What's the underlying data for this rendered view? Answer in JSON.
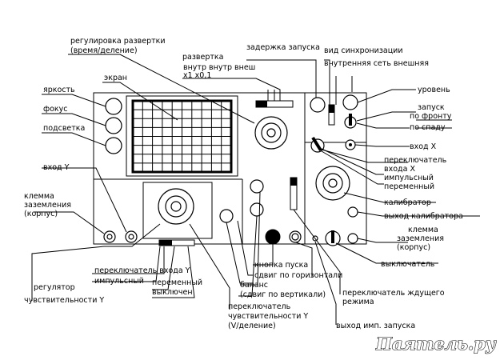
{
  "labels": {
    "sweep_adjust_1": "регулировка развертки",
    "sweep_adjust_2": "(время/деление)",
    "trigger_delay": "задержка запуска",
    "sync_mode": "вид синхронизации",
    "sync_options": "внутренняя сеть внешняя",
    "sweep": "развертка",
    "sweep_options": "внутр внутр внеш",
    "sweep_mult": "x1      x0,1",
    "screen": "экран",
    "brightness": "яркость",
    "focus": "фокус",
    "backlight": "подсветка",
    "level": "уровень",
    "trigger": "запуск",
    "edge_rise": "по фронту",
    "edge_fall": "по спаду",
    "input_x": "вход X",
    "input_y": "вход Y",
    "switch_x_1": "переключатель",
    "switch_x_2": "входа X",
    "pulsed_x": "импульсный",
    "alternating_x": "переменный",
    "ground_left_1": "клемма",
    "ground_left_2": "заземления",
    "ground_left_3": "(корпус)",
    "calibrator": "калибратор",
    "calibrator_out": "выход калибратора",
    "ground_right_1": "клемма",
    "ground_right_2": "заземления",
    "ground_right_3": "(корпус)",
    "power_switch": "выключатель",
    "switch_y": "переключатель входа Y",
    "pulsed_y": "импульсный",
    "alternating_y": "переменный",
    "off_y": "выключен",
    "start_button": "кнопка пуска",
    "h_shift": "сдвиг по горизонтали",
    "v_shift": "сдвиг по вертикали)",
    "balance": "баланс",
    "balance_note": "(сдвиг по вертикали)",
    "sens_reg_1": "регулятор",
    "sens_reg_2": "чувствительности Y",
    "sens_switch_1": "переключатель",
    "sens_switch_2": "чувствительности Y",
    "sens_switch_3": "(V/деление)",
    "standby_switch_1": "переключатель ждущего",
    "standby_switch_2": "режима",
    "trigger_pulse_out": "выход имп. запуска",
    "watermark": "Паятель.ру"
  }
}
